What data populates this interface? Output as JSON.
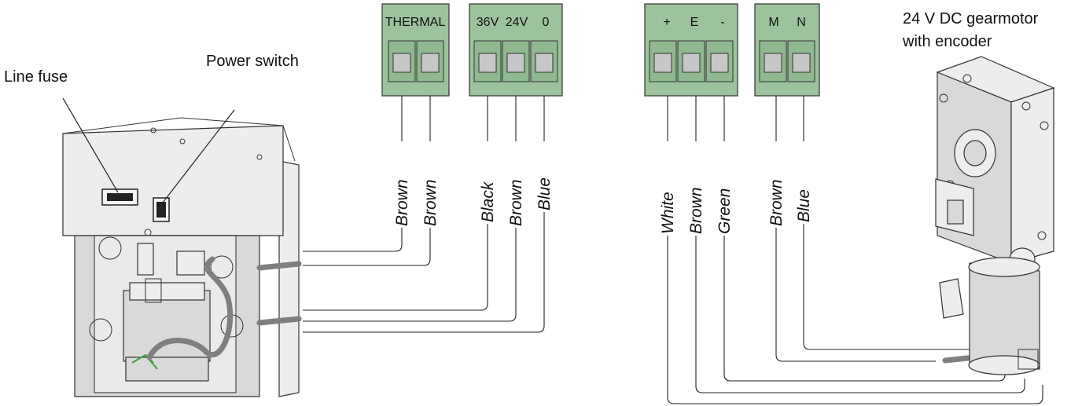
{
  "labels": {
    "line_fuse": "Line fuse",
    "power_switch": "Power switch",
    "gearmotor_line1": "24 V DC gearmotor",
    "gearmotor_line2": "with encoder"
  },
  "terminal_blocks": {
    "thermal": {
      "header": "THERMAL",
      "wires": [
        "Brown",
        "Brown"
      ]
    },
    "power": {
      "headers": [
        "36V",
        "24V",
        "0"
      ],
      "wires": [
        "Black",
        "Brown",
        "Blue"
      ]
    },
    "encoder": {
      "headers": [
        "+",
        "E",
        "-"
      ],
      "wires": [
        "White",
        "Brown",
        "Green"
      ]
    },
    "motor": {
      "headers": [
        "M",
        "N"
      ],
      "wires": [
        "Brown",
        "Blue"
      ]
    }
  },
  "colors": {
    "terminal_green": "#9cc39c",
    "cable_grey": "#7f7f7f"
  }
}
